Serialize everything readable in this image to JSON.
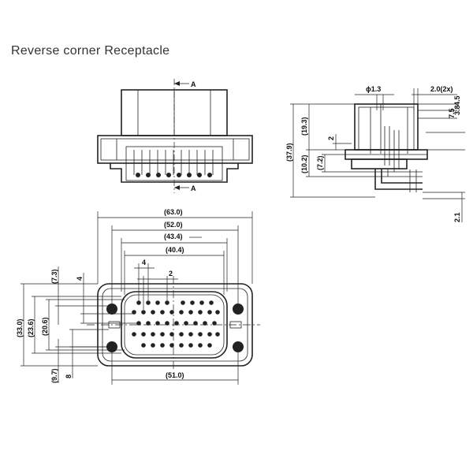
{
  "title": "Reverse corner Receptacle",
  "top_view": {
    "section_mark_top": "A",
    "section_mark_bottom": "A"
  },
  "side_view": {
    "dims": {
      "hole_dia": "ϕ1.3",
      "pitch": "2.0(2x)",
      "offset_a": "4.5",
      "offset_b": "3.8",
      "offset_c": "7.5",
      "height_total": "(37.9)",
      "height_upper": "(19.3)",
      "height_lower": "(10.2)",
      "height_mid": "(7.2)",
      "step": "2",
      "bottom": "2.1"
    }
  },
  "front_view": {
    "dims": {
      "w_overall": "(63.0)",
      "w_flange": "(52.0)",
      "w_body": "(43.4)",
      "w_inner": "(40.4)",
      "w_bottom": "(51.0)",
      "pin_pitch": "4",
      "pin_small": "2",
      "h_overall": "(33.0)",
      "h_flange": "(23.6)",
      "h_body": "(20.6)",
      "h_top": "(7.3)",
      "h_bottom": "(9.7)",
      "h_step_top": "4",
      "h_step_bottom": "8"
    }
  }
}
